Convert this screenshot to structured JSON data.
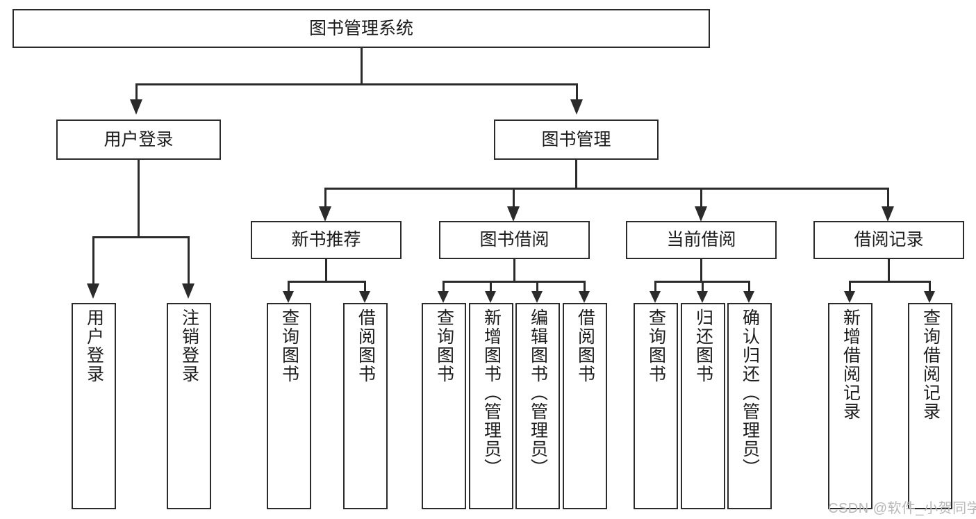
{
  "diagram": {
    "title": "图书管理系统",
    "type": "tree",
    "watermark": "CSDN @软件_小贺同学",
    "colors": {
      "box_border": "#2b2b2b",
      "box_fill": "#ffffff",
      "connector": "#2b2b2b",
      "text": "#1c1c1c",
      "watermark": "#b8b8b8",
      "background": "#ffffff"
    },
    "root": {
      "label": "图书管理系统"
    },
    "level2": [
      {
        "label": "用户登录"
      },
      {
        "label": "图书管理"
      }
    ],
    "level3": [
      {
        "label": "新书推荐"
      },
      {
        "label": "图书借阅"
      },
      {
        "label": "当前借阅"
      },
      {
        "label": "借阅记录"
      }
    ],
    "leaves": [
      {
        "label": "用户登录",
        "parent": "用户登录"
      },
      {
        "label": "注销登录",
        "parent": "用户登录"
      },
      {
        "label": "查询图书",
        "parent": "新书推荐"
      },
      {
        "label": "借阅图书",
        "parent": "新书推荐"
      },
      {
        "label": "查询图书",
        "parent": "图书借阅"
      },
      {
        "label": "新增图书（管理员）",
        "parent": "图书借阅"
      },
      {
        "label": "编辑图书（管理员）",
        "parent": "图书借阅"
      },
      {
        "label": "借阅图书",
        "parent": "图书借阅"
      },
      {
        "label": "查询图书",
        "parent": "当前借阅"
      },
      {
        "label": "归还图书",
        "parent": "当前借阅"
      },
      {
        "label": "确认归还（管理员）",
        "parent": "当前借阅"
      },
      {
        "label": "新增借阅记录",
        "parent": "借阅记录"
      },
      {
        "label": "查询借阅记录",
        "parent": "借阅记录"
      }
    ]
  }
}
